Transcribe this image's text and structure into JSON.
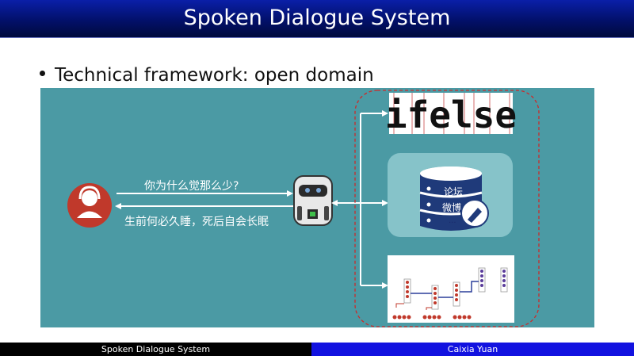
{
  "slide": {
    "title": "Spoken Dialogue System",
    "bullet": "Technical framework: open domain"
  },
  "dialog": {
    "question": "你为什么觉那么少?",
    "answer": "生前何必久睡，死后自会长眠"
  },
  "resources": {
    "logo_text": "ifelse",
    "db_labels": [
      "论坛",
      "微博",
      "..."
    ]
  },
  "footer": {
    "left": "Spoken Dialogue System",
    "right": "Caixia Yuan"
  },
  "colors": {
    "title_bar": "#02106a",
    "panel": "#4b9aa4",
    "user_icon": "#c0392b",
    "dashed_border": "#cc2a2a",
    "footer_left": "#000000",
    "footer_right": "#1212e0"
  }
}
